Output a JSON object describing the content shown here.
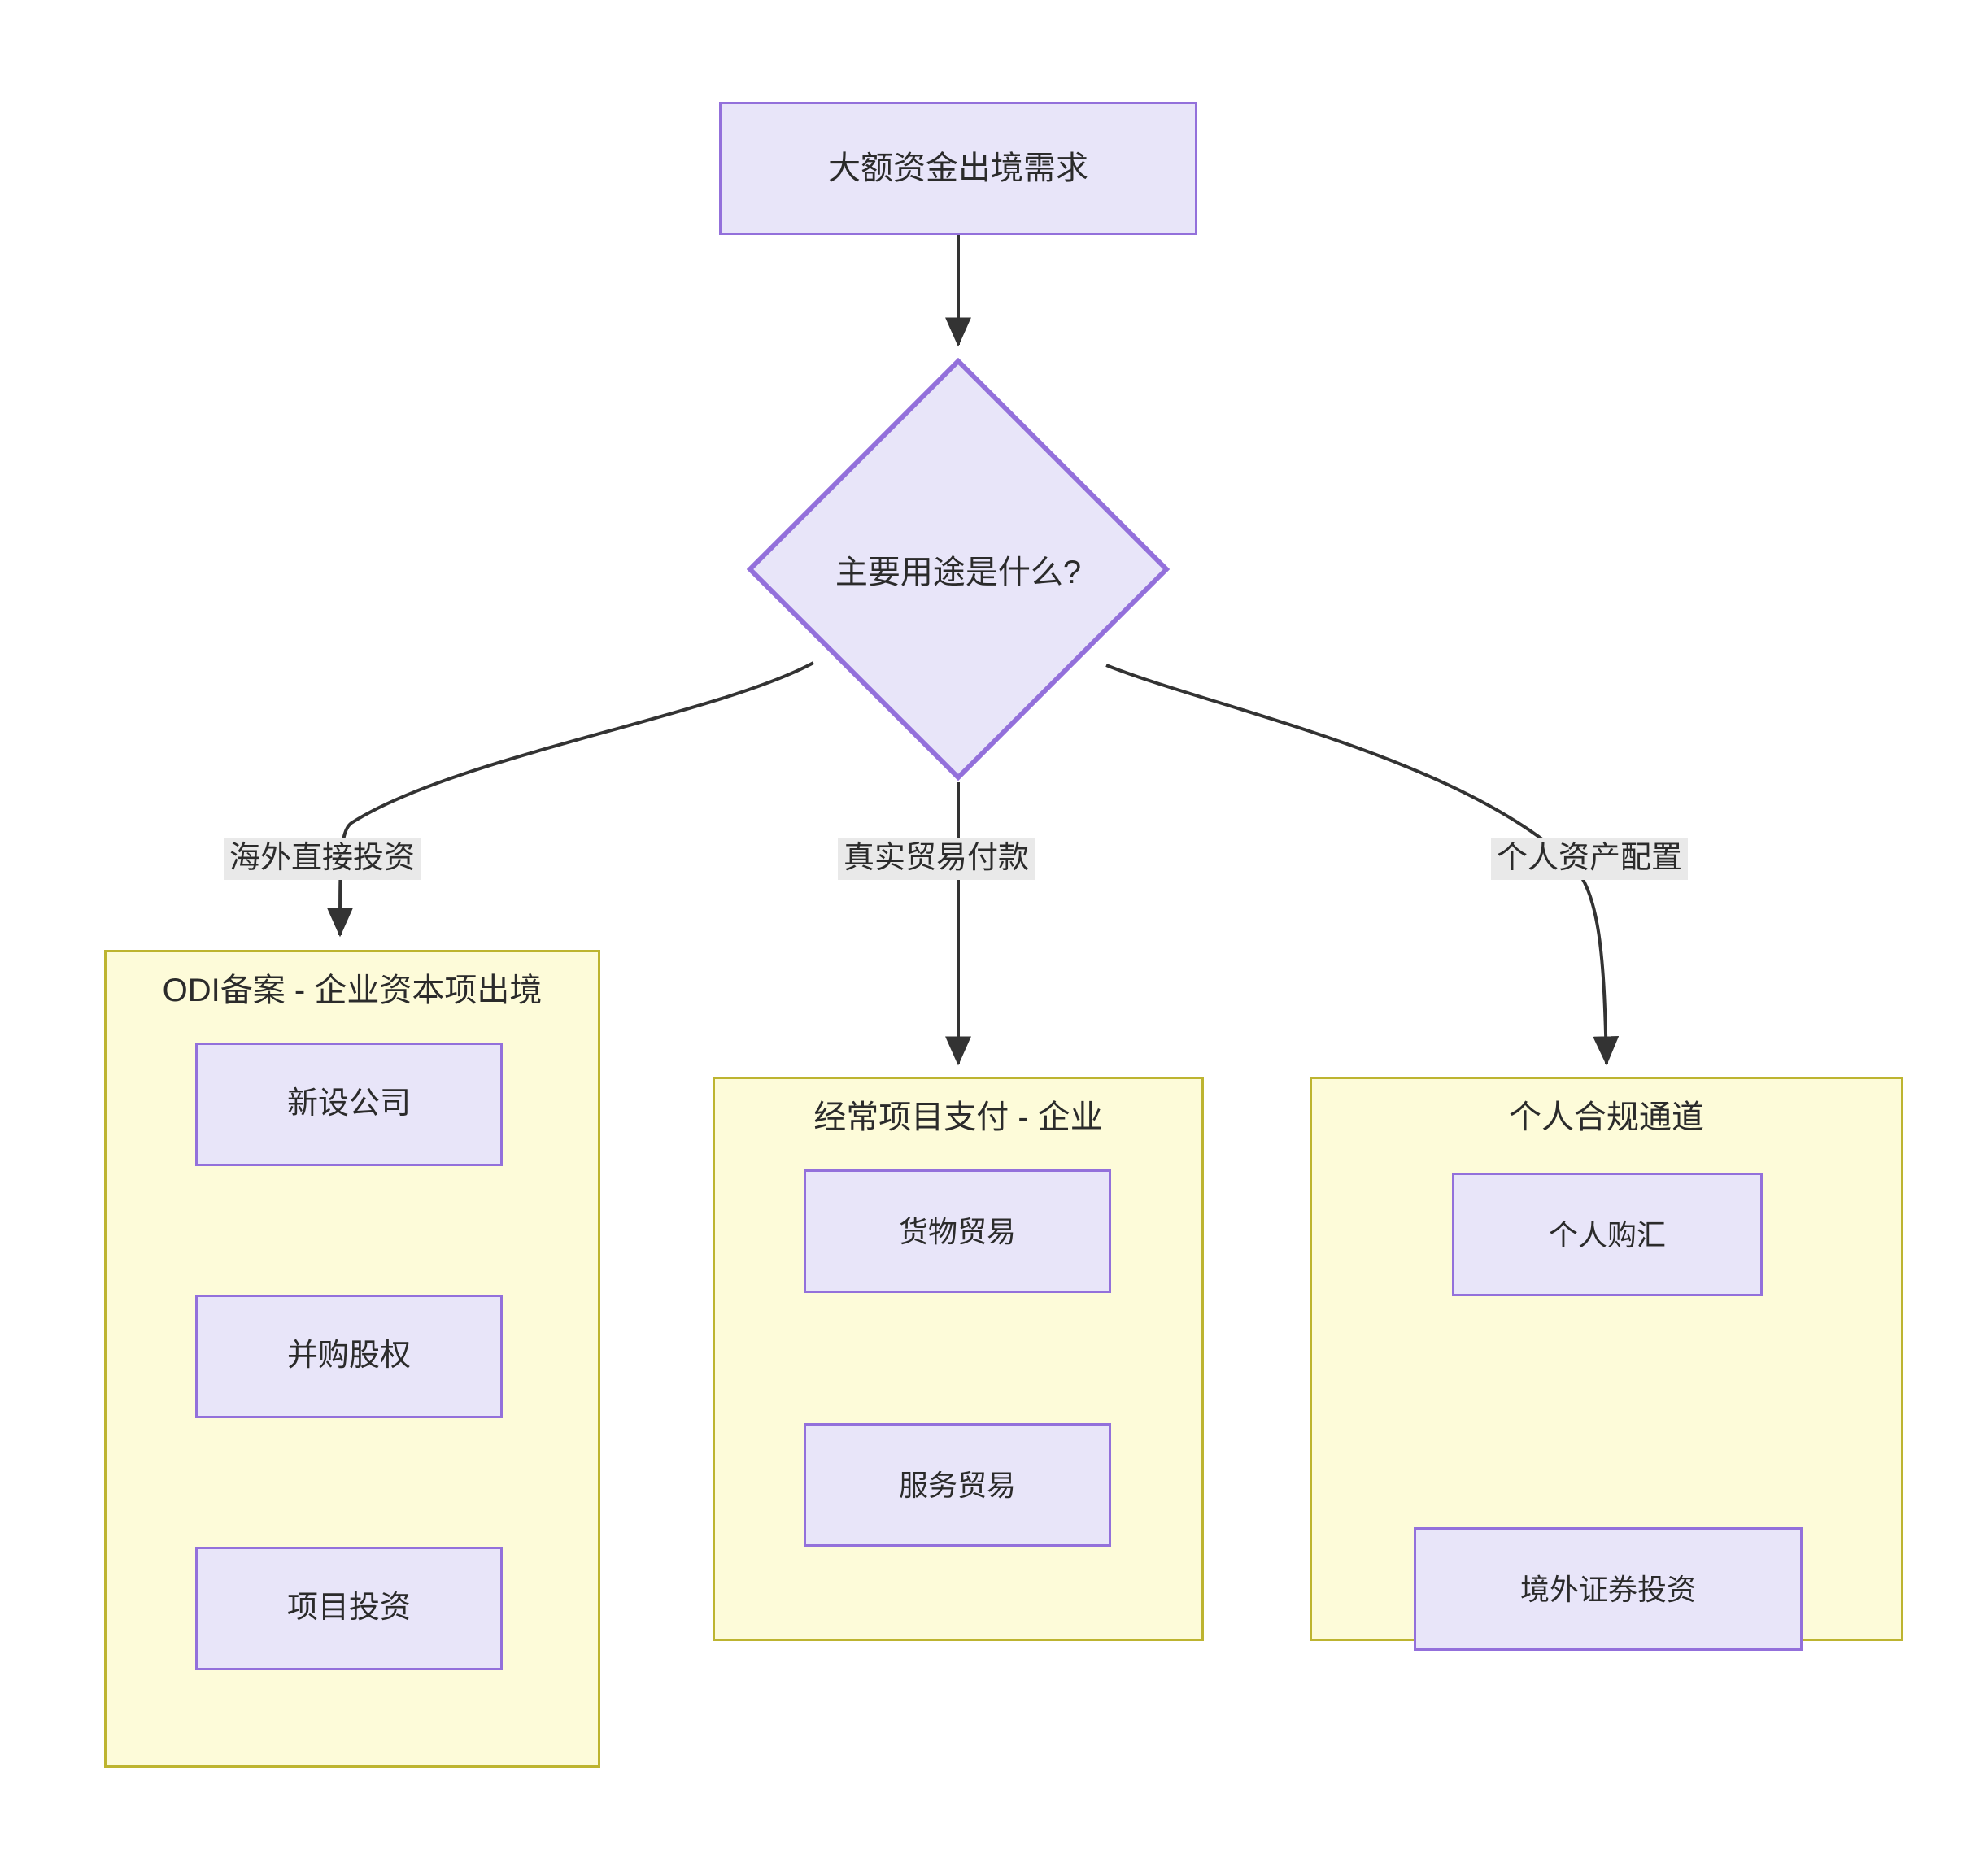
{
  "diagram": {
    "type": "flowchart",
    "direction": "top-down",
    "background": "#ffffff",
    "palette": {
      "node_fill": "#e8e5f9",
      "node_stroke": "#9370db",
      "cluster_fill": "#fdfbd9",
      "cluster_stroke": "#bdb430",
      "edge_stroke": "#333333",
      "edge_label_bg": "#e9e9e9",
      "text": "#2b2b2b"
    },
    "start_node": {
      "id": "start",
      "shape": "rectangle",
      "label": "大额资金出境需求"
    },
    "decision_node": {
      "id": "decision",
      "shape": "diamond",
      "label": "主要用途是什么?"
    },
    "edges": [
      {
        "from": "decision",
        "to": "cluster-odi",
        "label": "海外直接投资"
      },
      {
        "from": "decision",
        "to": "cluster-current",
        "label": "真实贸易付款"
      },
      {
        "from": "decision",
        "to": "cluster-personal",
        "label": "个人资产配置"
      }
    ],
    "clusters": [
      {
        "id": "cluster-odi",
        "title": "ODI备案 - 企业资本项出境",
        "nodes": [
          {
            "id": "odi-new",
            "label": "新设公司"
          },
          {
            "id": "odi-ma",
            "label": "并购股权"
          },
          {
            "id": "odi-project",
            "label": "项目投资"
          }
        ]
      },
      {
        "id": "cluster-current",
        "title": "经常项目支付 - 企业",
        "nodes": [
          {
            "id": "cur-goods",
            "label": "货物贸易"
          },
          {
            "id": "cur-service",
            "label": "服务贸易"
          }
        ]
      },
      {
        "id": "cluster-personal",
        "title": "个人合规通道",
        "nodes": [
          {
            "id": "per-fx",
            "label": "个人购汇"
          },
          {
            "id": "per-securities",
            "label": "境外证券投资"
          }
        ]
      }
    ]
  }
}
